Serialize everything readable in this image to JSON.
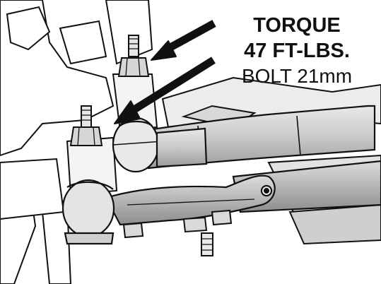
{
  "callout": {
    "line1": "TORQUE",
    "line2": "47 FT-LBS.",
    "line3": "BOLT  21mm"
  },
  "colors": {
    "ink": "#111111",
    "arm_fill": "#cfcfcf",
    "shadow": "#9a9a9a",
    "paper": "#ffffff"
  }
}
